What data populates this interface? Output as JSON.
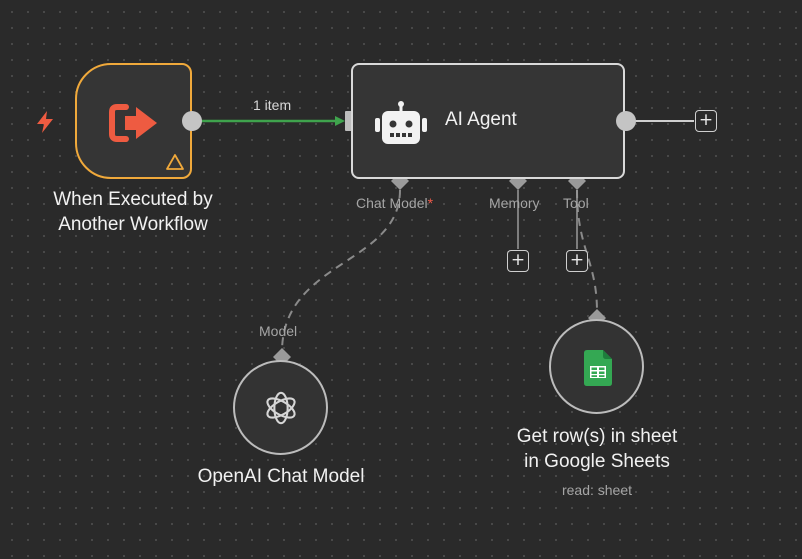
{
  "trigger": {
    "label_line1": "When Executed by",
    "label_line2": "Another Workflow"
  },
  "main_edge": {
    "label": "1 item"
  },
  "agent": {
    "title": "AI Agent",
    "inputs": {
      "chat_model": "Chat Model",
      "chat_model_required": "*",
      "memory": "Memory",
      "tool": "Tool"
    }
  },
  "openai": {
    "label": "OpenAI Chat Model",
    "port_label": "Model"
  },
  "sheets": {
    "label_line1": "Get row(s) in sheet",
    "label_line2": "in Google Sheets",
    "subtitle": "read: sheet"
  },
  "add_button": {
    "symbol": "+"
  },
  "colors": {
    "canvas": "#2a2a2a",
    "node_fill": "#353535",
    "trigger_border": "#f0a93b",
    "trigger_icon": "#ee5b41",
    "active_edge": "#3fa34d",
    "sheets_green": "#34a853"
  },
  "icons": {
    "trigger": "sign-out-arrow-icon",
    "trigger_marker": "lightning-bolt-icon",
    "warning": "warning-triangle-icon",
    "agent": "robot-icon",
    "openai": "openai-icon",
    "sheets": "google-sheets-icon"
  }
}
